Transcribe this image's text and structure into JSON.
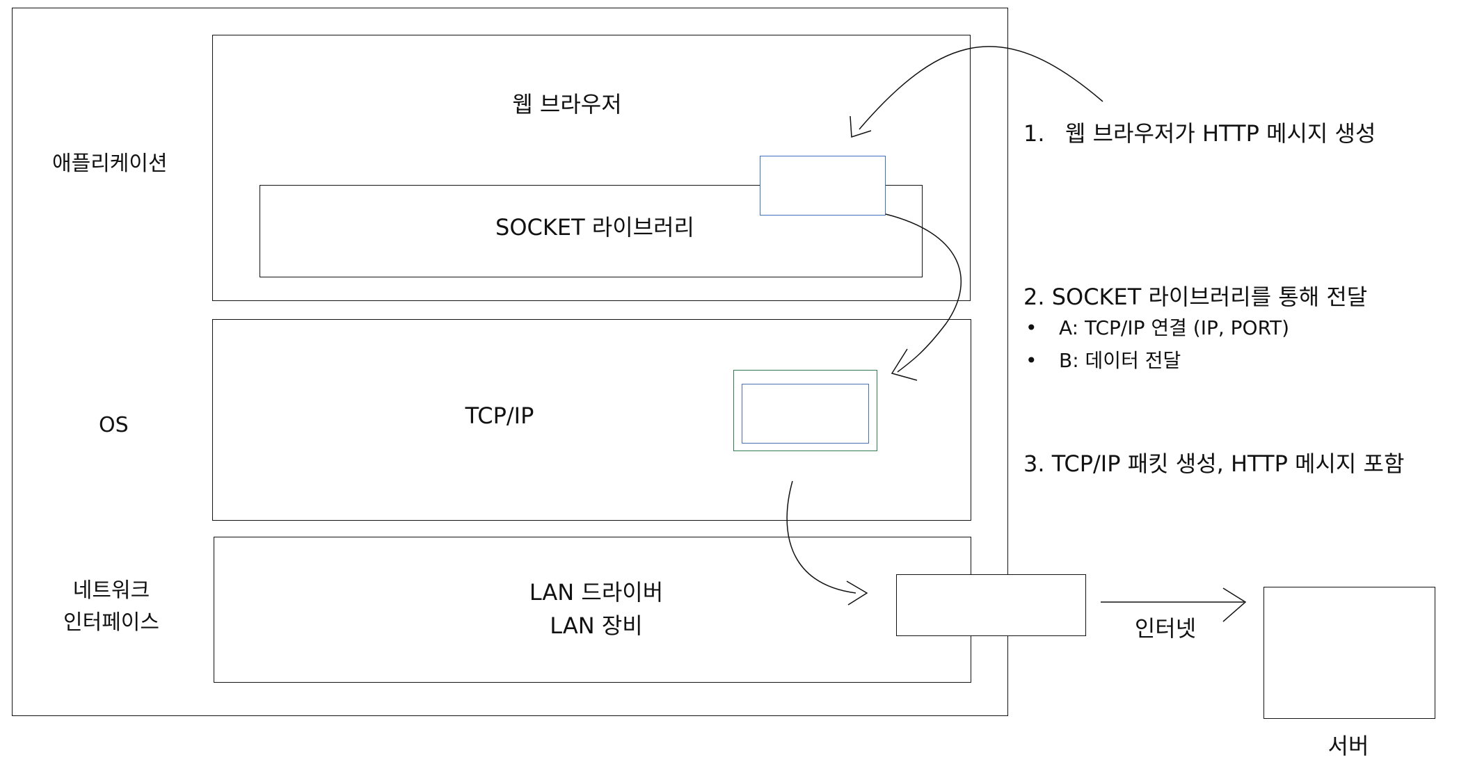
{
  "layers": {
    "application": "애플리케이션",
    "os": "OS",
    "network_line1": "네트워크",
    "network_line2": "인터페이스"
  },
  "components": {
    "web_browser": "웹 브라우저",
    "socket_library": "SOCKET 라이브러리",
    "tcpip": "TCP/IP",
    "lan_driver": "LAN 드라이버",
    "lan_device": "LAN 장비"
  },
  "steps": {
    "step1_number": "1.",
    "step1_text": "웹 브라우저가 HTTP 메시지 생성",
    "step2": "2. SOCKET 라이브러리를 통해 전달",
    "step2_bullets": [
      {
        "marker": "•",
        "text": "A: TCP/IP 연결 (IP, PORT)"
      },
      {
        "marker": "•",
        "text": "B: 데이터 전달"
      }
    ],
    "step3": "3. TCP/IP 패킷 생성, HTTP 메시지 포함"
  },
  "network": {
    "internet": "인터넷",
    "server": "서버"
  },
  "colors": {
    "line": "#111111",
    "message_box_border": "#3f6fbf",
    "packet_box_border": "#2f7a4f",
    "packet_inner_border": "#4a6fb0"
  }
}
